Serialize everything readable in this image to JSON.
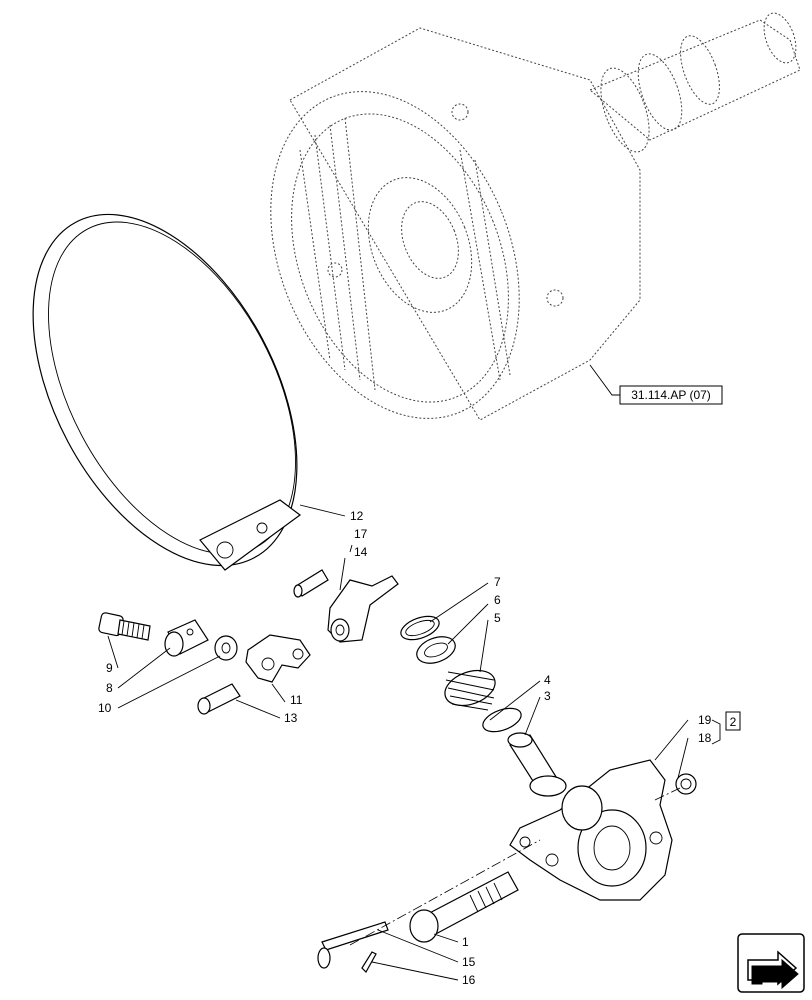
{
  "labels": {
    "p1": "1",
    "p3": "3",
    "p4": "4",
    "p5": "5",
    "p6": "6",
    "p7": "7",
    "p8": "8",
    "p9": "9",
    "p10": "10",
    "p11": "11",
    "p12": "12",
    "p13": "13",
    "p14": "14",
    "p15": "15",
    "p16": "16",
    "p17": "17",
    "p18": "18",
    "p19": "19",
    "kit": "2"
  },
  "reference": "31.114.AP (07)",
  "icons": {
    "nav": "arrow-next-icon"
  }
}
